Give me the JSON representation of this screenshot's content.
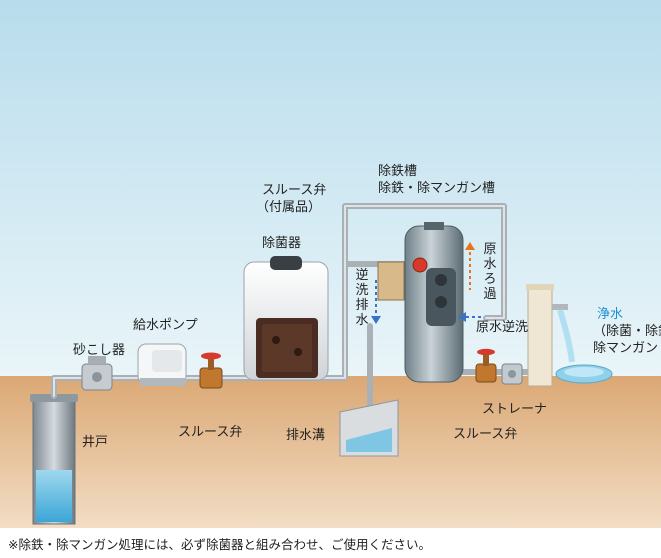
{
  "labels": {
    "tank_title_1": "除鉄槽",
    "tank_title_2": "除鉄・除マンガン槽",
    "sluice_attached_1": "スルース弁",
    "sluice_attached_2": "（付属品）",
    "sterilizer": "除菌器",
    "backwash_drain": "逆洗排水",
    "raw_filtration": "原水ろ過",
    "raw_backwash": "原水逆洗",
    "feed_pump": "給水ポンプ",
    "sand_filter": "砂こし器",
    "well": "井戸",
    "sluice_left": "スルース弁",
    "drain_ditch": "排水溝",
    "strainer": "ストレーナ",
    "sluice_right": "スルース弁",
    "clean_water": "浄水",
    "clean_detail_1": "（除菌・除鉄・",
    "clean_detail_2": "除マンガン",
    "footnote": "※除鉄・除マンガン処理には、必ず除菌器と組み合わせ、ご使用ください。"
  },
  "colors": {
    "sky_top": "#b8dcec",
    "sky_bottom": "#e8f4f8",
    "ground_top": "#e0b07c",
    "ground_bottom": "#f1dcc2",
    "pipe": "#b9bec3",
    "pipe_outline": "#8c949a",
    "clean_water_text": "#1e8fd2",
    "valve_red": "#d73a2a",
    "flow_orange": "#e8741c",
    "flow_blue": "#3b72c4"
  }
}
